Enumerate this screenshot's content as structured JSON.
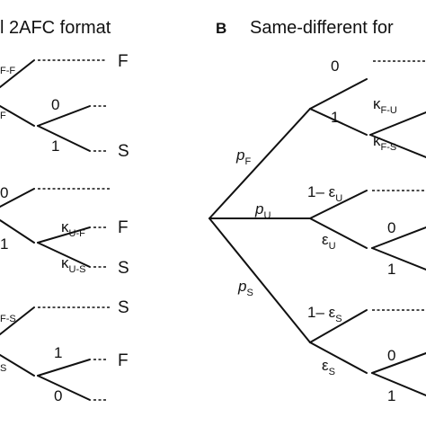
{
  "left_panel": {
    "title": "l 2AFC format",
    "t1": {
      "k_sub": "F-F",
      "k2_sub": "F",
      "zero": "0",
      "one": "1",
      "outF": "F",
      "outS": "S"
    },
    "t2": {
      "zero": "0",
      "one": "1",
      "kappa": "κ",
      "sub_a": "U-F",
      "sub_b": "U-S",
      "outF": "F",
      "outS": "S"
    },
    "t3": {
      "k_sub": "F-S",
      "k2_sub": "S",
      "outS": "S",
      "one": "1",
      "zero": "0",
      "outF": "F"
    }
  },
  "right_panel": {
    "letter": "B",
    "title": "Same-different for",
    "root": {
      "p": "p",
      "pF_sub": "F",
      "pU_sub": "U",
      "pS_sub": "S"
    },
    "t1": {
      "zero": "0",
      "one": "1",
      "kappa": "κ",
      "sub_a": "F-U",
      "sub_b": "F-S"
    },
    "t2": {
      "one_minus": "1– ε",
      "eps": "ε",
      "eps_sub": "U",
      "zero": "0",
      "one": "1"
    },
    "t3": {
      "one_minus": "1– ε",
      "eps": "ε",
      "eps_sub": "S",
      "zero": "0",
      "one": "1"
    }
  }
}
